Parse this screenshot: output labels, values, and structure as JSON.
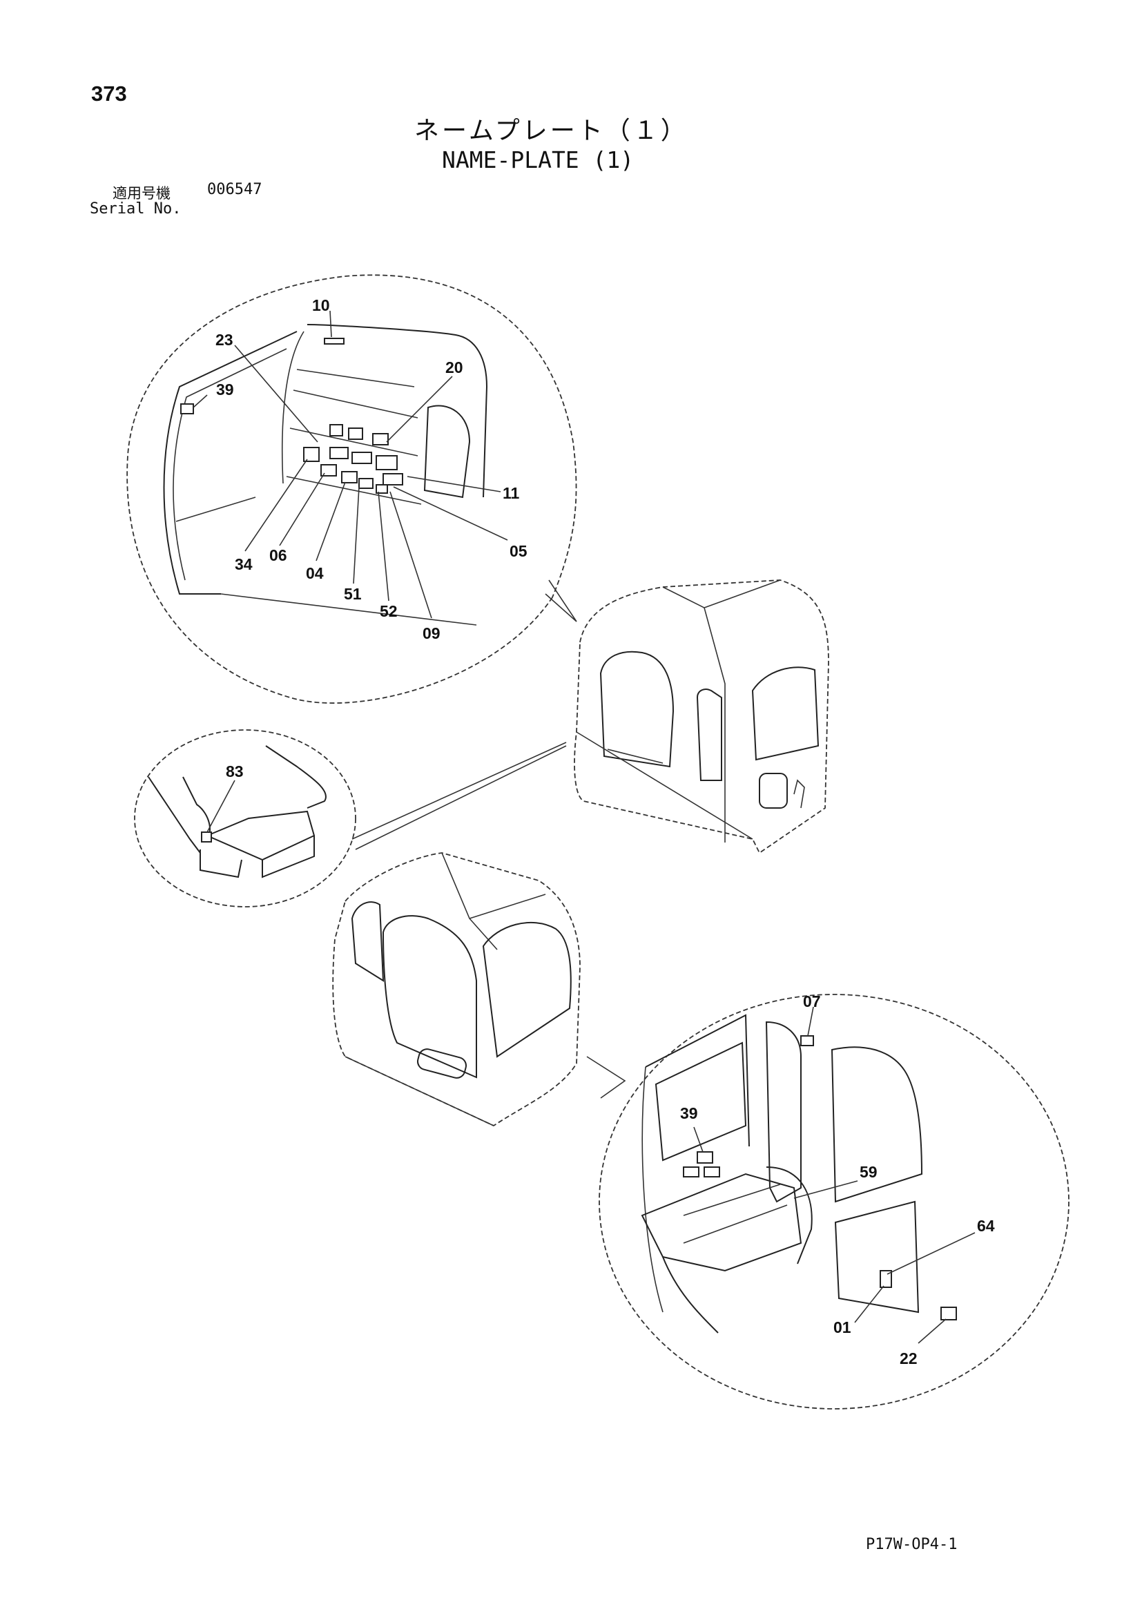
{
  "page_number": "373",
  "title_jp": "ネームプレート（１）",
  "title_en": "NAME-PLATE (1)",
  "serial": {
    "label_jp": "適用号機",
    "value": "006547",
    "label_en": "Serial No."
  },
  "callouts": {
    "c10": "10",
    "c23": "23",
    "c39a": "39",
    "c20": "20",
    "c11": "11",
    "c05": "05",
    "c34": "34",
    "c06": "06",
    "c04": "04",
    "c51": "51",
    "c52": "52",
    "c09": "09",
    "c83": "83",
    "c07": "07",
    "c39b": "39",
    "c59": "59",
    "c64": "64",
    "c01": "01",
    "c22": "22"
  },
  "footer_code": "P17W-OP4-1"
}
